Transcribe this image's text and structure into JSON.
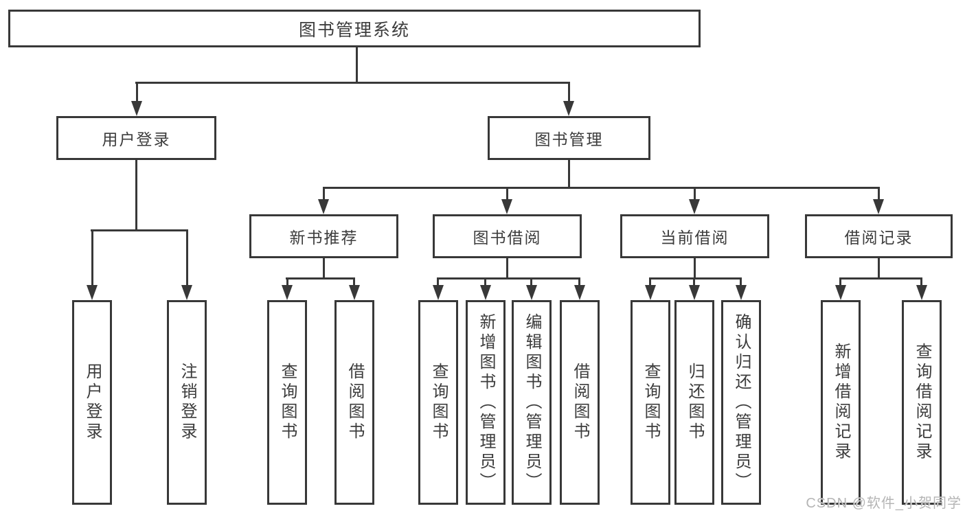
{
  "diagram": {
    "title": "图书管理系统",
    "watermark": "CSDN @软件_小贺同学",
    "colors": {
      "line": "#383838",
      "text": "#3c3c3c",
      "watermark": "#b5b5b5",
      "background": "#ffffff"
    },
    "level2": [
      {
        "label": "用户登录"
      },
      {
        "label": "图书管理"
      }
    ],
    "level3": [
      {
        "label": "新书推荐"
      },
      {
        "label": "图书借阅"
      },
      {
        "label": "当前借阅"
      },
      {
        "label": "借阅记录"
      }
    ],
    "leaves": {
      "user_login": [
        "用户登录",
        "注销登录"
      ],
      "new_book": [
        "查询图书",
        "借阅图书"
      ],
      "book_borrow": [
        "查询图书",
        "新增图书（管理员）",
        "编辑图书（管理员）",
        "借阅图书"
      ],
      "current_borrow": [
        "查询图书",
        "归还图书",
        "确认归还（管理员）"
      ],
      "borrow_records": [
        "新增借阅记录",
        "查询借阅记录"
      ]
    }
  }
}
